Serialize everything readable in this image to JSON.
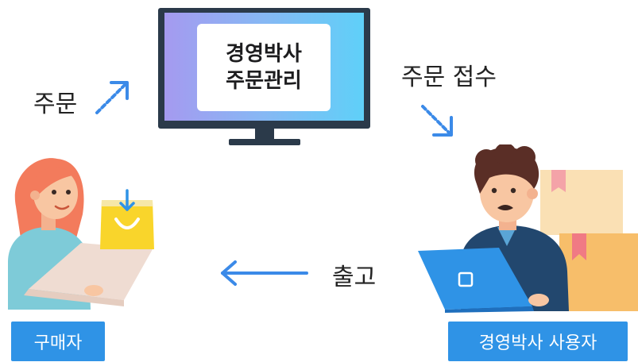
{
  "monitor": {
    "line1": "경영박사",
    "line2": "주문관리"
  },
  "steps": {
    "order": "주문",
    "receive": "주문 접수",
    "ship": "출고"
  },
  "roles": {
    "buyer": "구매자",
    "user": "경영박사 사용자"
  },
  "icons": {
    "monitor": "monitor-icon",
    "buyer": "woman-laptop-illustration",
    "bag": "shopping-bag-icon",
    "user": "man-laptop-illustration",
    "boxes": "cardboard-boxes-icon"
  },
  "colors": {
    "accent_blue": "#2f93e6",
    "arrow_blue": "#3b8ae8",
    "bag_yellow": "#f9d52b",
    "box_orange": "#f7be6a",
    "monitor_frame": "#2b3a4a"
  }
}
